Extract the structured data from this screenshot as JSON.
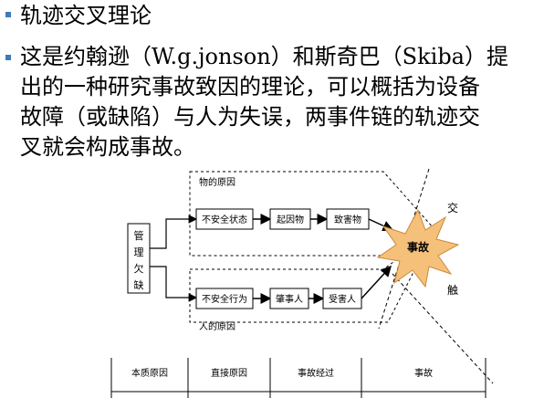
{
  "bullets": [
    {
      "text": "轨迹交叉理论"
    },
    {
      "lines": [
        "这是约翰逊（W.g.jonson）和斯奇巴（Skiba）提",
        "出的一种研究事故致因的理论，可以概括为设备",
        "故障（或缺陷）与人为失误，两事件链的轨迹交",
        "叉就会构成事故。"
      ]
    }
  ],
  "diagram": {
    "management": [
      "管",
      "理",
      "欠",
      "缺"
    ],
    "top_group_label": "物的原因",
    "bottom_group_label": "人的原因",
    "top_chain": [
      "不安全状态",
      "起因物",
      "致害物"
    ],
    "bottom_chain": [
      "不安全行为",
      "肇事人",
      "受害人"
    ],
    "accident": "事故",
    "cross_top": "交",
    "cross_bottom": "触",
    "timeline": [
      "本质原因",
      "直接原因",
      "事故经过",
      "事故"
    ]
  }
}
